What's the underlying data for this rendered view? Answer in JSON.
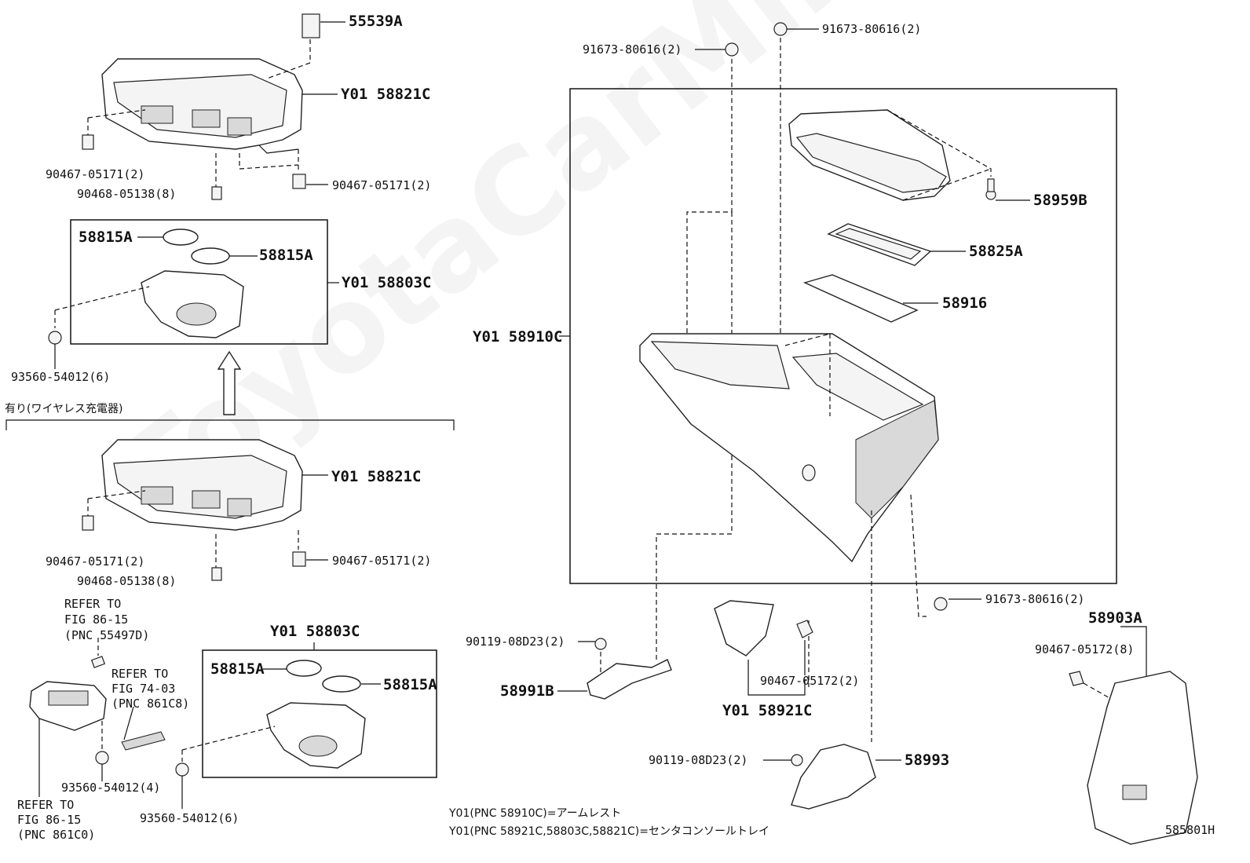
{
  "watermark": "ToyotaCarMire.ru",
  "diagram_code": "585801H",
  "variant_heading": "有り(ワイヤレス充電器)",
  "labels": {
    "p55539A": "55539A",
    "p58821C_top": "Y01 58821C",
    "p90467_tl": "90467-05171(2)",
    "p90468_t": "90468-05138(8)",
    "p90467_tr": "90467-05171(2)",
    "p58815A_1": "58815A",
    "p58815A_2": "58815A",
    "p58803C_top": "Y01 58803C",
    "p93560_t": "93560-54012(6)",
    "p58821C_mid": "Y01 58821C",
    "p90467_ml": "90467-05171(2)",
    "p90468_m": "90468-05138(8)",
    "p90467_mr": "90467-05171(2)",
    "refer1": [
      "REFER TO",
      "FIG 86-15",
      "(PNC 55497D)"
    ],
    "refer2": [
      "REFER TO",
      "FIG 74-03",
      "(PNC 861C8)"
    ],
    "refer3": [
      "REFER TO",
      "FIG 86-15",
      "(PNC 861C0)"
    ],
    "p93560_b4": "93560-54012(4)",
    "p93560_b6": "93560-54012(6)",
    "p58803C_bot": "Y01 58803C",
    "p58815A_3": "58815A",
    "p58815A_4": "58815A",
    "p91673_a": "91673-80616(2)",
    "p91673_b": "91673-80616(2)",
    "p58959B": "58959B",
    "p58825A": "58825A",
    "p58916": "58916",
    "p58910C": "Y01 58910C",
    "p91673_c": "91673-80616(2)",
    "p90119_a": "90119-08D23(2)",
    "p58991B": "58991B",
    "p90467_05172_2": "90467-05172(2)",
    "p58921C": "Y01 58921C",
    "p90119_b": "90119-08D23(2)",
    "p58993": "58993",
    "p58903A": "58903A",
    "p90467_05172_8": "90467-05172(8)"
  },
  "notes": [
    "Y01(PNC 58910C)=アームレスト",
    "Y01(PNC 58921C,58803C,58821C)=センタコンソールトレイ"
  ]
}
